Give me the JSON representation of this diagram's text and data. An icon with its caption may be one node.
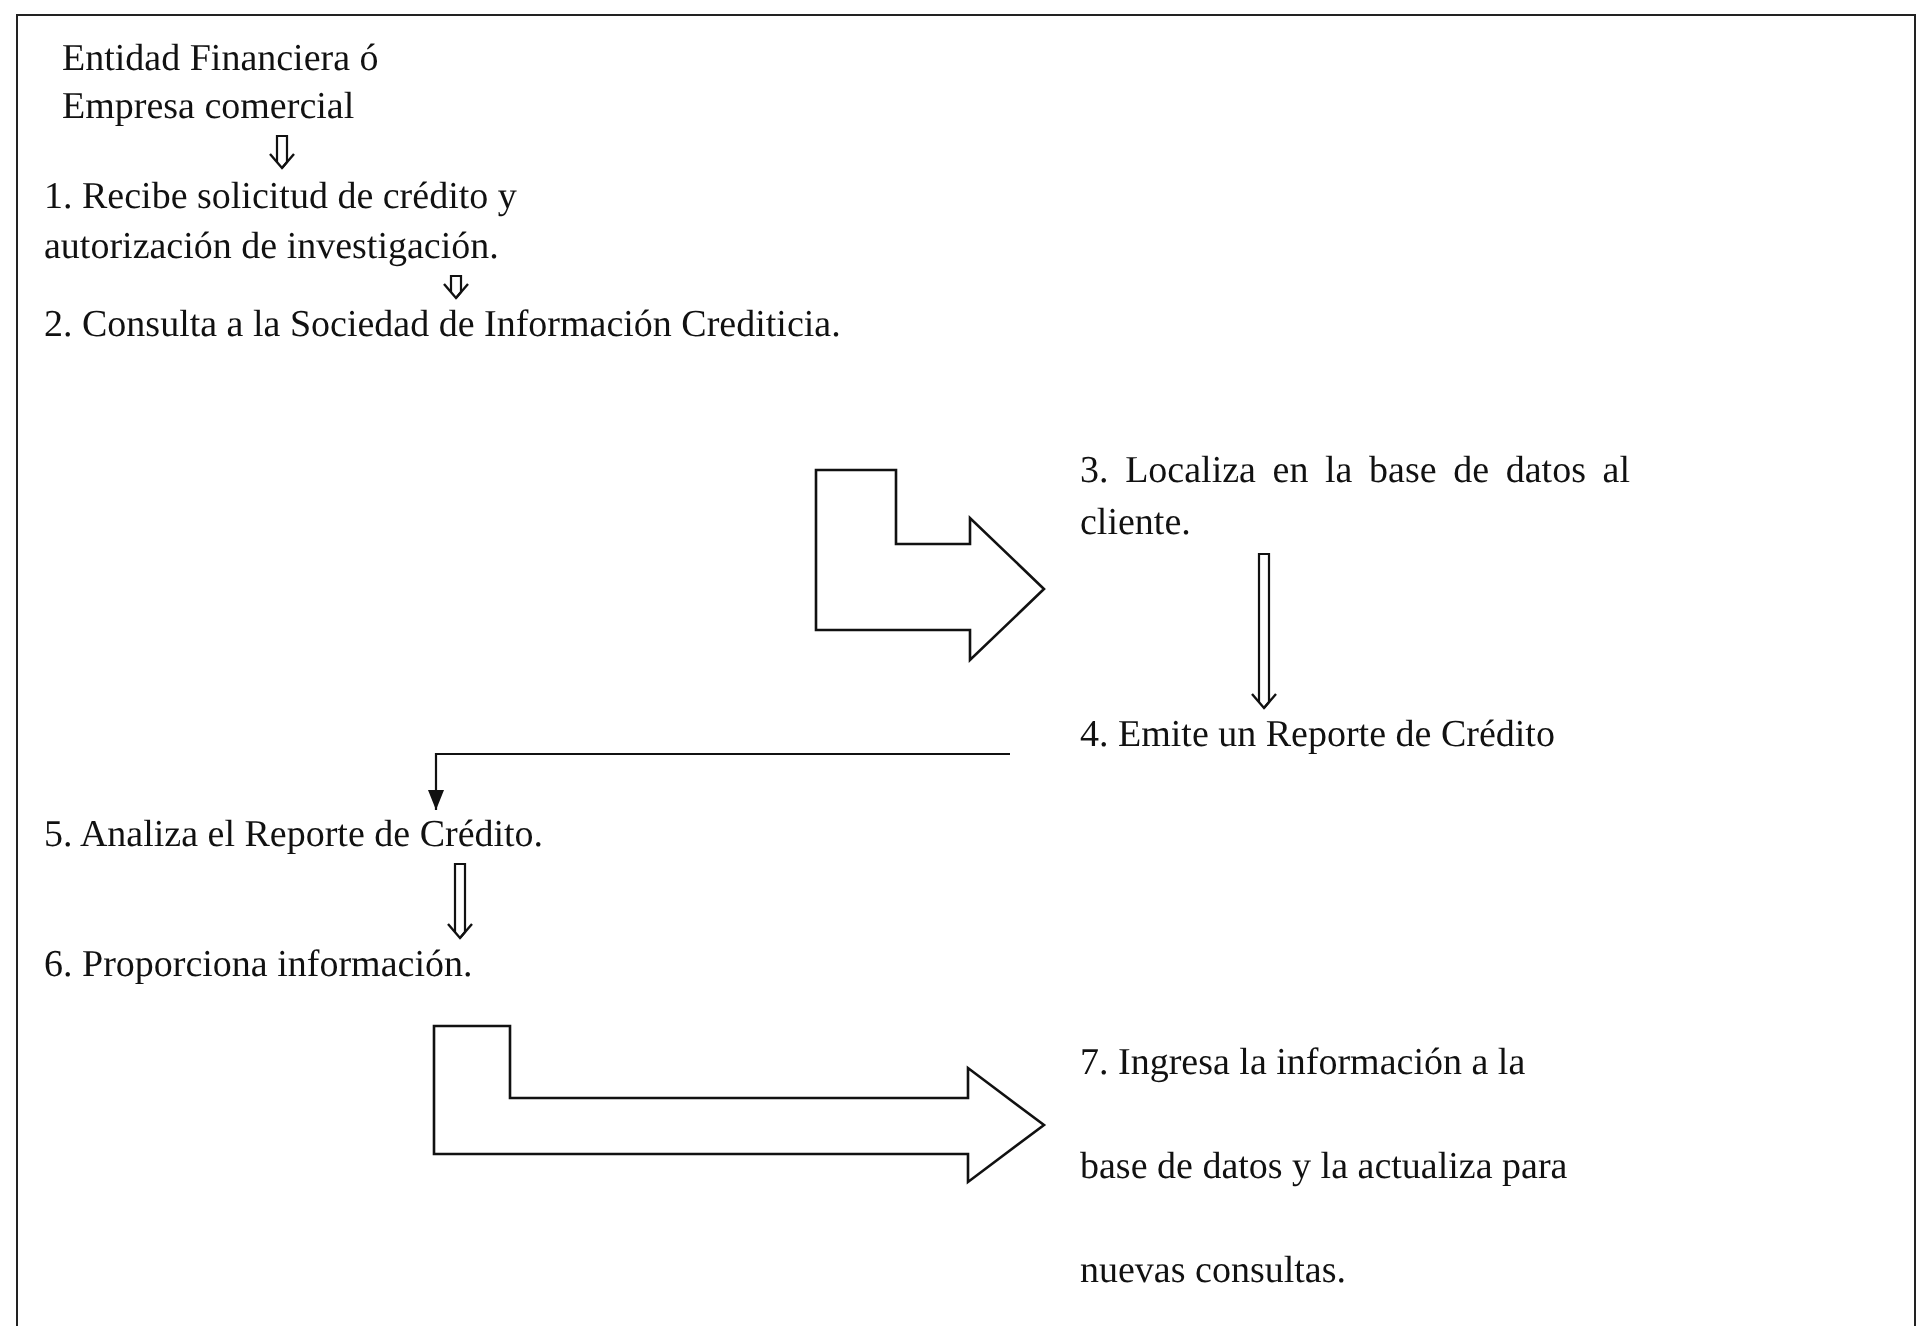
{
  "diagram": {
    "nodes": [
      {
        "text": [
          "Entidad Financiera ó Empresa comercial"
        ]
      },
      {
        "text": [
          "1. Recibe solicitud de crédito y autorización de investigación."
        ]
      },
      {
        "text": [
          "2. Consulta a la Sociedad de Información Crediticia."
        ]
      },
      {
        "text": [
          "3. Localiza en la base de datos al cliente."
        ]
      },
      {
        "text": [
          "4. Emite un Reporte de Crédito"
        ]
      },
      {
        "text": [
          "5. Analiza el Reporte de Crédito."
        ]
      },
      {
        "text": [
          "6. Proporciona información."
        ]
      },
      {
        "text": [
          "7. Ingresa la información a la base de datos y la actualiza para nuevas consultas."
        ]
      }
    ],
    "edges": [
      {
        "from": 0,
        "to": 1,
        "arrow": "to"
      },
      {
        "from": 1,
        "to": 2,
        "arrow": "to"
      },
      {
        "from": 2,
        "to": 3,
        "arrow": "to",
        "style": "thick"
      },
      {
        "from": 3,
        "to": 4,
        "arrow": "to"
      },
      {
        "from": 4,
        "to": 5,
        "arrow": "to"
      },
      {
        "from": 5,
        "to": 6,
        "arrow": "to"
      },
      {
        "from": 6,
        "to": 7,
        "arrow": "to",
        "style": "thick"
      }
    ]
  }
}
